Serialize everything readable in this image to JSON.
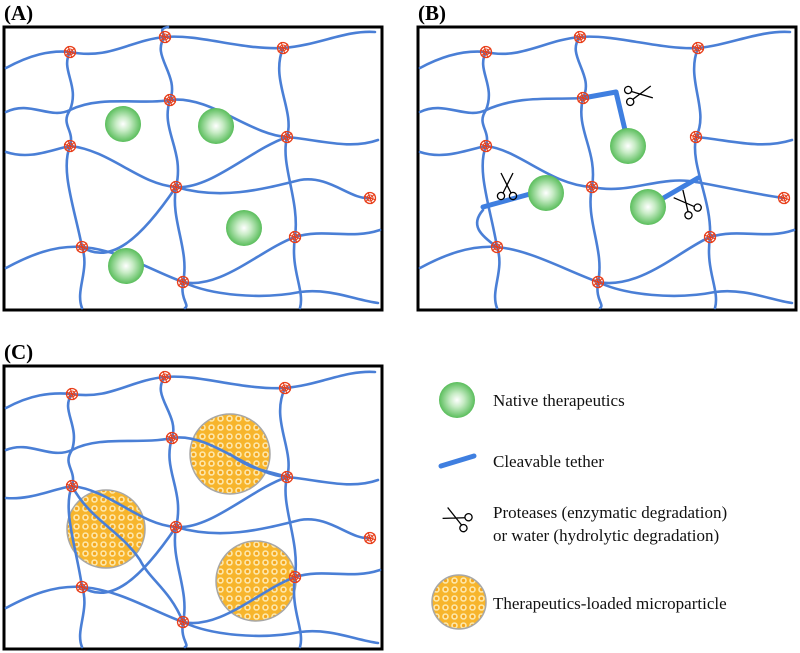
{
  "panels": [
    {
      "id": "A",
      "label": "(A)"
    },
    {
      "id": "B",
      "label": "(B)"
    },
    {
      "id": "C",
      "label": "(C)"
    }
  ],
  "legend": {
    "items": [
      {
        "key": "native",
        "label": "Native therapeutics"
      },
      {
        "key": "tether",
        "label": "Cleavable tether"
      },
      {
        "key": "protease",
        "label": "Proteases (enzymatic degradation)",
        "label2": "or water (hydrolytic degradation)"
      },
      {
        "key": "microparticle",
        "label": "Therapeutics-loaded microparticle"
      }
    ]
  },
  "colors": {
    "network_strand": "#4a7fd6",
    "crosslink": "#e8401c",
    "sphere": "#5cc25c",
    "tether": "#3f7fe0",
    "microparticle": "#f2a31c"
  }
}
